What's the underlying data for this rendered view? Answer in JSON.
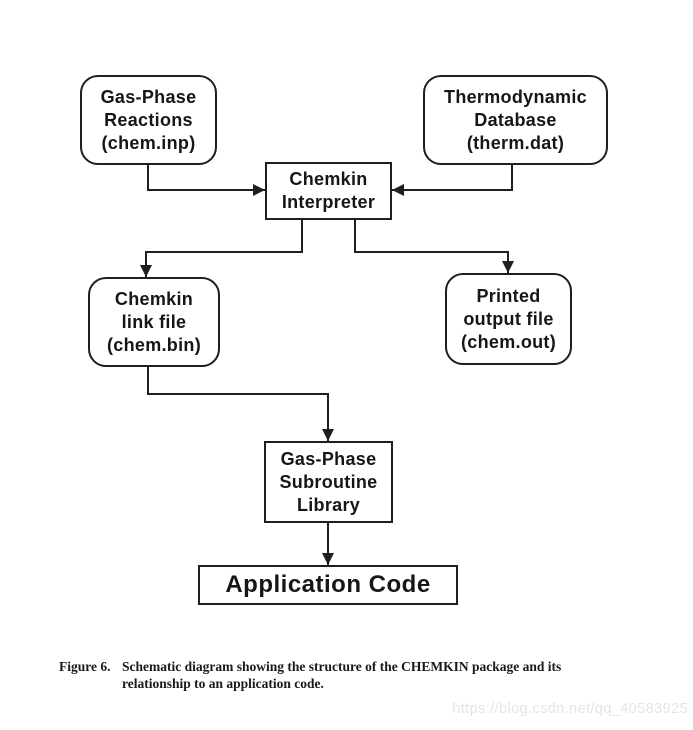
{
  "diagram": {
    "nodes": {
      "gas_phase_reactions": {
        "label": "Gas-Phase\nReactions\n(chem.inp)",
        "shape": "rounded"
      },
      "thermodynamic_database": {
        "label": "Thermodynamic\nDatabase\n(therm.dat)",
        "shape": "rounded"
      },
      "chemkin_interpreter": {
        "label": "Chemkin\nInterpreter",
        "shape": "rect"
      },
      "chemkin_link_file": {
        "label": "Chemkin\nlink file\n(chem.bin)",
        "shape": "rounded"
      },
      "printed_output_file": {
        "label": "Printed\noutput file\n(chem.out)",
        "shape": "rounded"
      },
      "gas_phase_subroutine_library": {
        "label": "Gas-Phase\nSubroutine\nLibrary",
        "shape": "rect"
      },
      "application_code": {
        "label": "Application Code",
        "shape": "rect"
      }
    },
    "edges": [
      "gas_phase_reactions -> chemkin_interpreter",
      "thermodynamic_database -> chemkin_interpreter",
      "chemkin_interpreter -> chemkin_link_file",
      "chemkin_interpreter -> printed_output_file",
      "chemkin_link_file -> gas_phase_subroutine_library",
      "gas_phase_subroutine_library -> application_code"
    ]
  },
  "caption": {
    "figure_label": "Figure 6.",
    "text": "Schematic diagram showing the structure of the CHEMKIN package and its\nrelationship to an application code."
  },
  "watermark": {
    "text": "https://blog.csdn.net/qq_40583925"
  },
  "colors": {
    "stroke": "#1f1f1f",
    "text": "#161616",
    "watermark": "#e4e4e7",
    "background": "#ffffff"
  }
}
